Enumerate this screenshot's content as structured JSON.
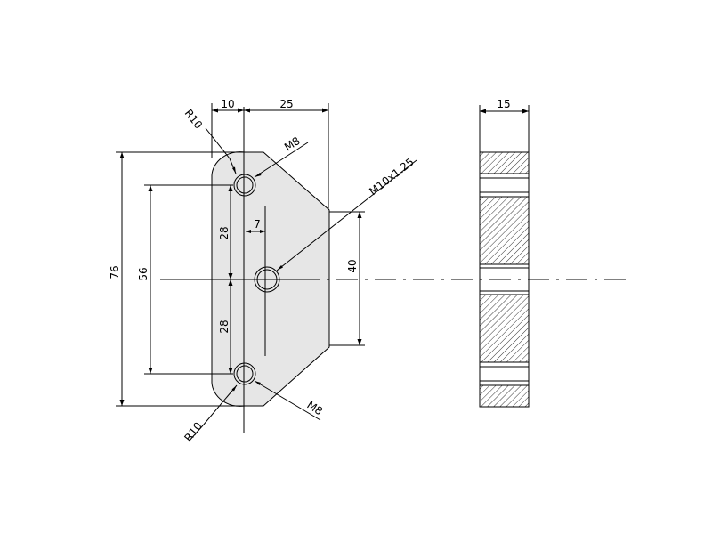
{
  "colors": {
    "line": "#000000",
    "part_fill": "#e6e6e6",
    "background": "#ffffff"
  },
  "front_view": {
    "dimensions": {
      "width_left": "10",
      "width_right": "25",
      "height_total": "76",
      "hole_spacing": "56",
      "upper_offset": "28",
      "lower_offset": "28",
      "flat_height": "40",
      "center_offset": "7"
    },
    "callouts": {
      "radius_top": "R10",
      "radius_bottom": "R10",
      "thread_top": "M8",
      "thread_bottom": "M8",
      "thread_center": "M10x1.25"
    }
  },
  "side_view": {
    "thickness": "15"
  }
}
